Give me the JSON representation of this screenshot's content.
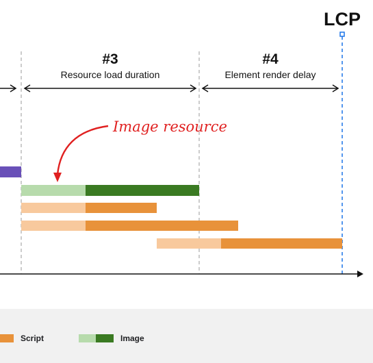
{
  "diagram": {
    "lcp_label": "LCP",
    "phase3": {
      "number": "#3",
      "label": "Resource load duration"
    },
    "phase4": {
      "number": "#4",
      "label": "Element render delay"
    },
    "annotation": "Image resource"
  },
  "legend": [
    {
      "label": "Script",
      "colors": [
        "#e8923a"
      ]
    },
    {
      "label": "Image",
      "colors": [
        "#b7dbac",
        "#3a7a22"
      ]
    }
  ],
  "colors": {
    "purple": "#6950b8",
    "image_light": "#b7dbac",
    "image_dark": "#3a7a22",
    "script_light": "#f8c99d",
    "script_dark": "#e8923a",
    "lcp_blue": "#1a73e8",
    "annotation_red": "#e02020",
    "guide_gray": "#aaaaaa"
  }
}
